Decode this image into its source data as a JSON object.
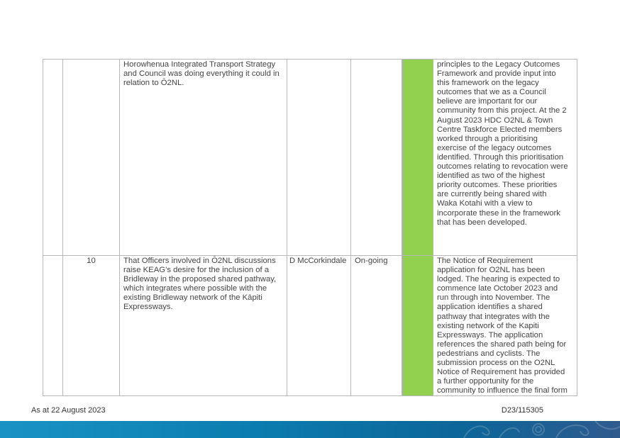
{
  "table": {
    "rows": [
      {
        "num": "",
        "resolution": "Horowhenua Integrated Transport Strategy\nand Council was doing everything it could in\nrelation to Ō2NL.",
        "owner": "",
        "status": "",
        "update": "principles to the Legacy Outcomes\nFramework and provide input into\nthis framework  on the legacy\noutcomes that we as a Council\nbelieve are important for our\ncommunity from this project. At the 2\nAugust 2023 HDC O2NL & Town\nCentre Taskforce Elected members\nworked through a prioritising\nexercise of the legacy outcomes\nidentified.  Through this prioritisation\noutcomes relating to revocation were\nidentified as two of the highest\npriority outcomes. These priorities\nare currently being shared with\nWaka Kotahi with a view to\nincorporate these in the framework\nthat has been developed."
      },
      {
        "num": "10",
        "resolution": "That Officers involved in Ō2NL discussions\nraise KEAG’s desire for the inclusion of a\nBridleway in the proposed shared pathway,\nwhich integrates where possible with the\nexisting Bridleway network of the Kāpiti\nExpressways.",
        "owner": "D McCorkindale",
        "status": "On-going",
        "update": "The Notice of Requirement\napplication for O2NL has been\nlodged.  The hearing is expected to\ncommence late October 2023 and\nrun through into November. The\napplication identifies a shared\npathway that integrates with the\nexisting network of the Kapiti\nExpressways.  The application\nreferences the shared path being for\npedestrians and cyclists.  The\nsubmission process on the O2NL\nNotice of Requirement has provided\na further opportunity for the\ncommunity to influence the final form"
      }
    ],
    "status_color": "#92d050"
  },
  "footer": {
    "date": "As at 22 August 2023",
    "doc_ref": "D23/115305"
  }
}
